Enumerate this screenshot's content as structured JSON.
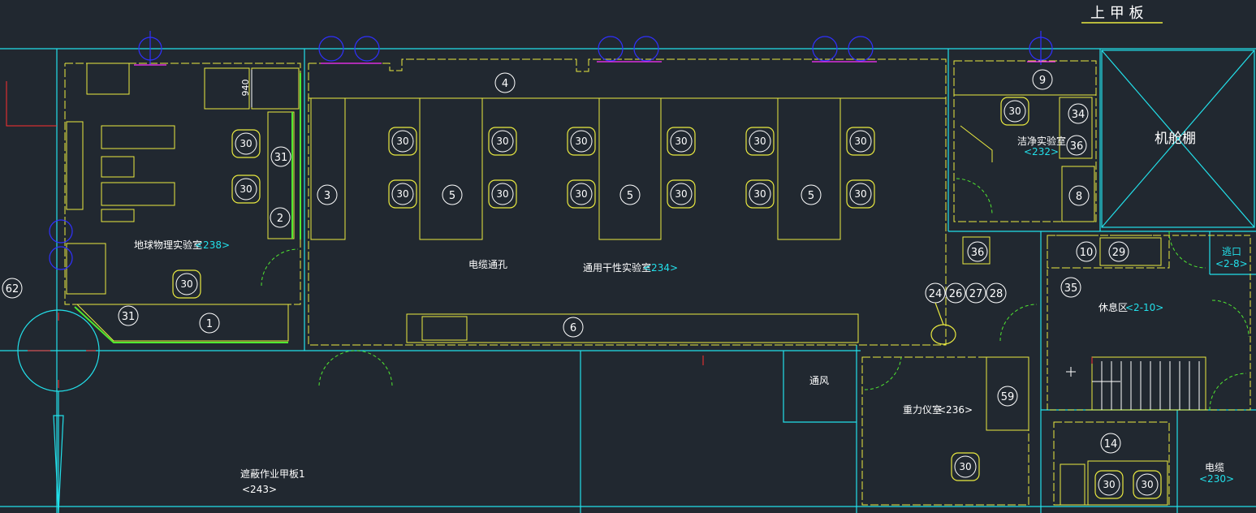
{
  "sheet_title": "上 甲 板",
  "rooms": {
    "geo": {
      "name": "地球物理实验室",
      "code": "<238>"
    },
    "general": {
      "name": "通用干性实验室",
      "code": "<234>"
    },
    "cable_hole": "电缆通孔",
    "clean": {
      "name": "洁净实验室",
      "code": "<232>"
    },
    "hangar": "机舱棚",
    "exit": {
      "name": "逃口",
      "code": "<2-8>"
    },
    "rest": {
      "name": "休息区",
      "code": "<2-10>"
    },
    "vent": "通风",
    "gravity": {
      "name": "重力仪室",
      "code": "<236>"
    },
    "shelter": {
      "name": "遮蔽作业甲板1",
      "code": "<243>"
    },
    "cable": {
      "name": "电缆",
      "code": "<230>"
    }
  },
  "dimension_940": "940",
  "tags": [
    "62",
    "31",
    "31",
    "2",
    "1",
    "30",
    "3",
    "4",
    "5",
    "5",
    "5",
    "6",
    "9",
    "34",
    "36",
    "8",
    "30",
    "36",
    "35",
    "10",
    "29",
    "24",
    "26",
    "27",
    "28",
    "59",
    "14"
  ],
  "colors": {
    "background": "#212830",
    "cyan": "#22e0ea",
    "yellow": "#eaea40",
    "green": "#50e830",
    "blue": "#3030ff",
    "magenta": "#ff30ff",
    "red": "#ff3030"
  }
}
